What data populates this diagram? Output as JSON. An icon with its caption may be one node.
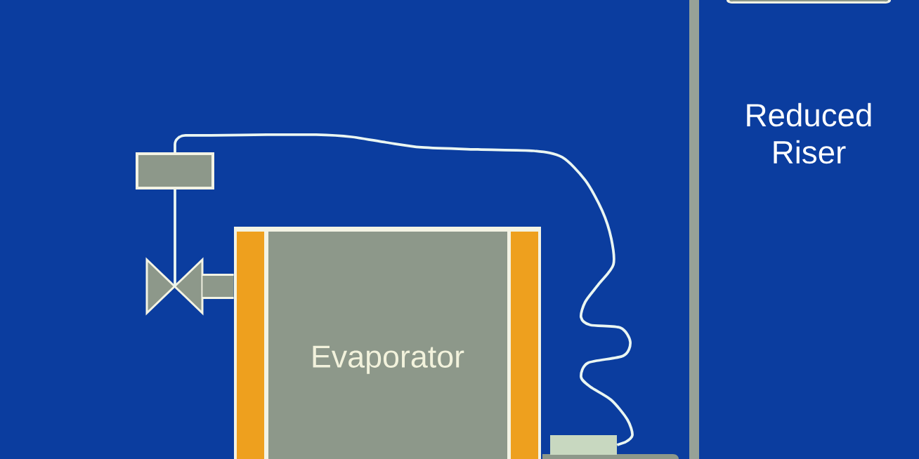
{
  "diagram": {
    "nodes": [
      {
        "text": [],
        "shape": "box"
      },
      {
        "text": [],
        "shape": "valve"
      },
      {
        "text": [
          "Evaporator"
        ]
      },
      {
        "text": [],
        "shape": "box"
      },
      {
        "text": [],
        "shape": "bar",
        "beside": [
          "Reduced Riser"
        ]
      }
    ],
    "edges": [
      {
        "from": 0,
        "to": 1,
        "arrow": "none"
      },
      {
        "from": 1,
        "to": 2,
        "arrow": "none",
        "style": "thick",
        "color": "#8d988a"
      },
      {
        "from": 0,
        "to": 3,
        "arrow": "none"
      }
    ]
  }
}
